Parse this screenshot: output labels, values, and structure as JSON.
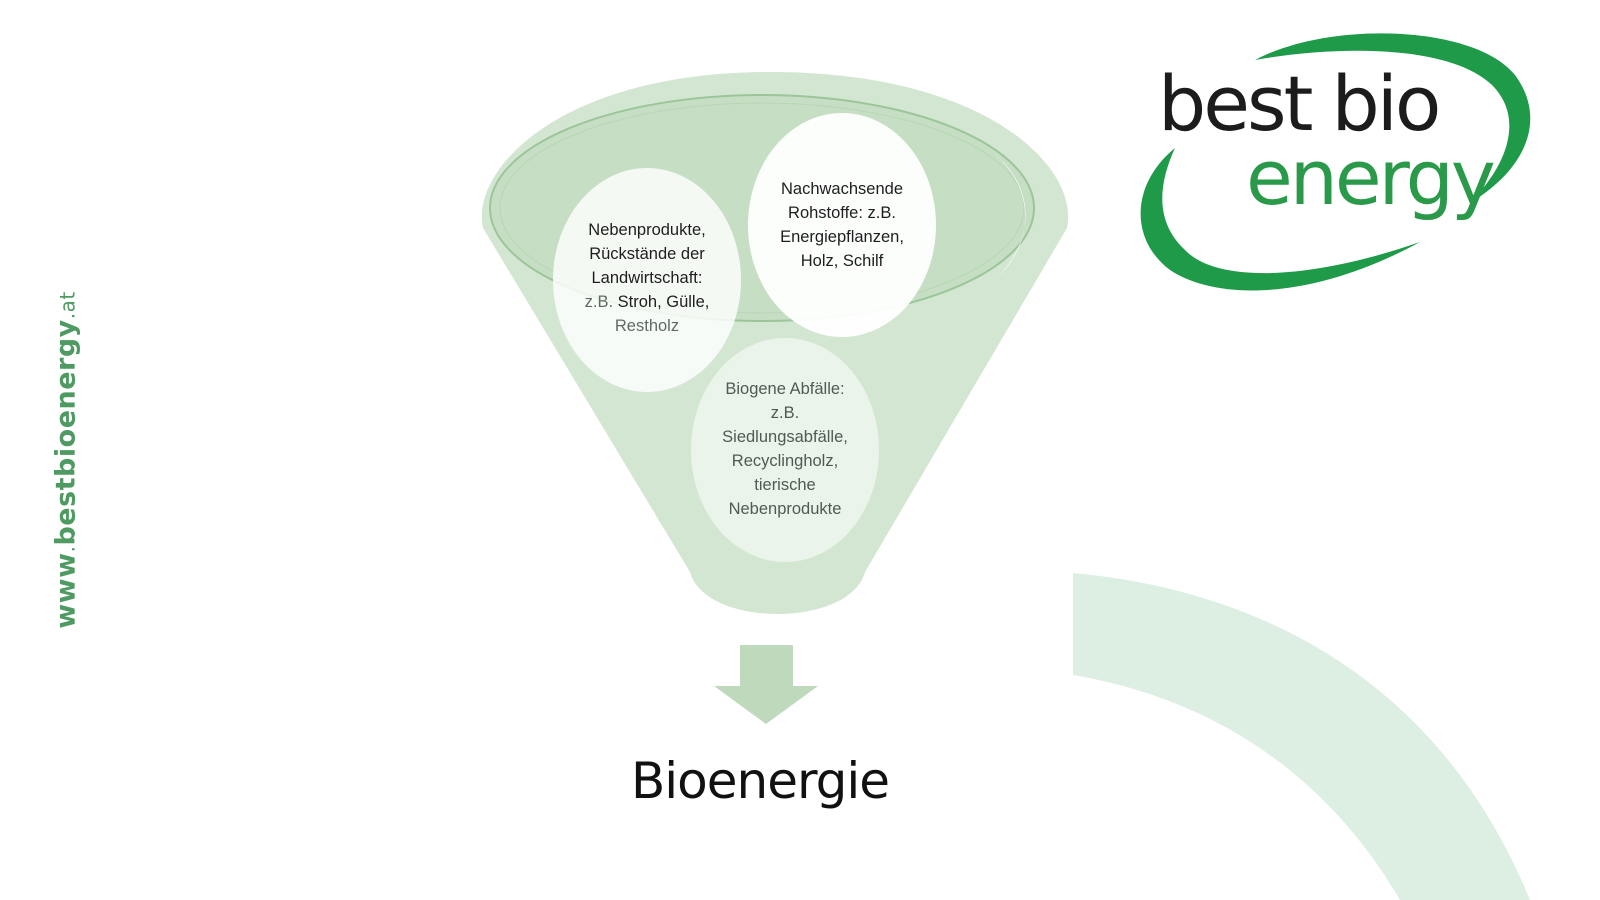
{
  "website": {
    "url_prefix": "www",
    "url_dot1": ".",
    "url_main": "bestbioenergy",
    "url_dot2": ".",
    "url_suffix": "at",
    "color": "#4e9a62"
  },
  "logo": {
    "line1": "best bio",
    "line2": "energy",
    "text_dark": "#1c1c1c",
    "text_green": "#2a9a4a",
    "swoosh_color": "#1e9a48"
  },
  "funnel": {
    "colors": {
      "funnel_body": "#d3e6d1",
      "funnel_rim": "#c5dec3",
      "bubble_fill": "#ffffff",
      "arrow": "#bfd9bc",
      "decor_arc": "#dcefe2"
    },
    "inputs": [
      {
        "id": "nebenprodukte",
        "lines": [
          "Nebenprodukte,",
          "Rückstände der",
          "Landwirtschaft:"
        ],
        "line4_light": "z.B.",
        "line4_dark": " Stroh, Gülle,",
        "line5": "Restholz"
      },
      {
        "id": "nachwachsende",
        "lines": [
          "Nachwachsende",
          "Rohstoffe: z.B.",
          "Energiepflanzen,",
          "Holz, Schilf"
        ]
      },
      {
        "id": "biogene",
        "lines": [
          "Biogene Abfälle:",
          "z.B.",
          "Siedlungsabfälle,",
          "Recyclingholz,",
          "tierische",
          "Nebenprodukte"
        ]
      }
    ],
    "output_label": "Bioenergie"
  }
}
